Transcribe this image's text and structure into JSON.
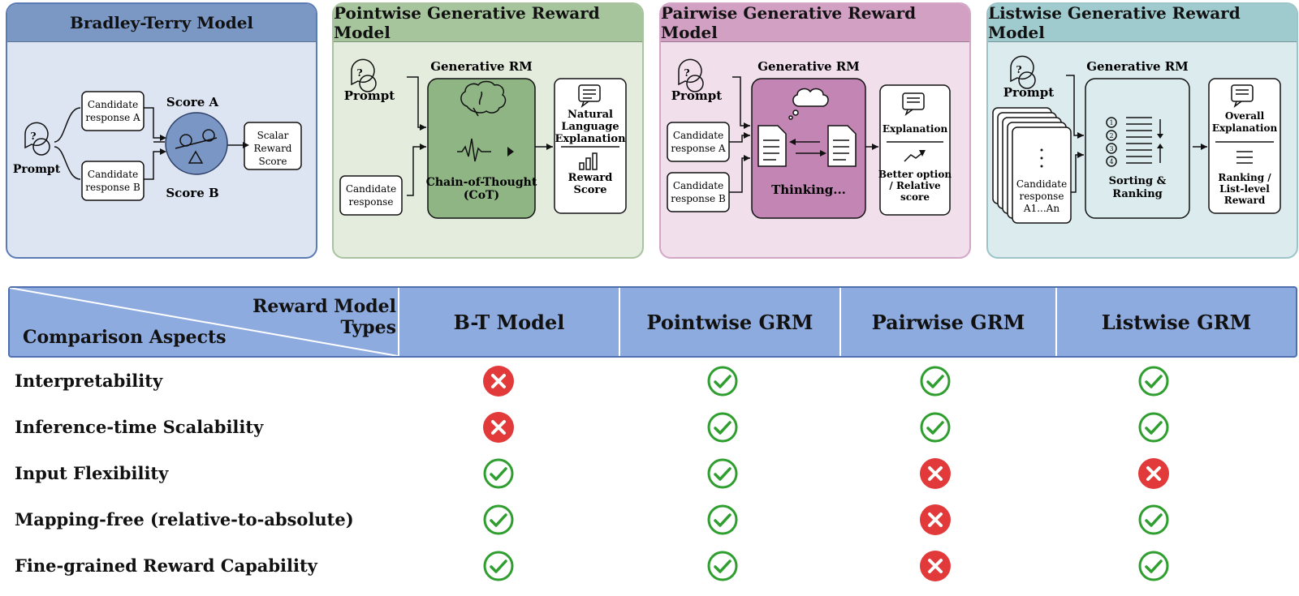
{
  "panels": {
    "bt": {
      "title": "Bradley-Terry Model",
      "prompt": "Prompt",
      "candA": [
        "Candidate",
        "response A"
      ],
      "candB": [
        "Candidate",
        "response B"
      ],
      "scoreA": "Score A",
      "scoreB": "Score B",
      "output": [
        "Scalar",
        "Reward",
        "Score"
      ]
    },
    "pw": {
      "title": "Pointwise Generative Reward Model",
      "prompt": "Prompt",
      "rm": "Generative RM",
      "cand": [
        "Candidate",
        "response"
      ],
      "cot": [
        "Chain-of-Thought",
        "(CoT)"
      ],
      "out1": [
        "Natural",
        "Language",
        "Explanation"
      ],
      "out2": [
        "Reward",
        "Score"
      ]
    },
    "pr": {
      "title": "Pairwise Generative Reward Model",
      "prompt": "Prompt",
      "rm": "Generative RM",
      "candA": [
        "Candidate",
        "response A"
      ],
      "candB": [
        "Candidate",
        "response B"
      ],
      "thinking": "Thinking...",
      "out1": "Explanation",
      "out2": [
        "Better option",
        "/ Relative",
        "score"
      ]
    },
    "lw": {
      "title": "Listwise Generative Reward Model",
      "prompt": "Prompt",
      "rm": "Generative RM",
      "cand": [
        "Candidate",
        "response",
        "A1...An"
      ],
      "sort": [
        "Sorting &",
        "Ranking"
      ],
      "out1": [
        "Overall",
        "Explanation"
      ],
      "out2": [
        "Ranking /",
        "List-level",
        "Reward"
      ]
    }
  },
  "table": {
    "corner_top": "Reward Model Types",
    "corner_bottom": "Comparison Aspects",
    "columns": [
      "B-T Model",
      "Pointwise GRM",
      "Pairwise GRM",
      "Listwise GRM"
    ],
    "rows": [
      {
        "label": "Interpretability",
        "values": [
          false,
          true,
          true,
          true
        ]
      },
      {
        "label": "Inference-time Scalability",
        "values": [
          false,
          true,
          true,
          true
        ]
      },
      {
        "label": "Input Flexibility",
        "values": [
          true,
          true,
          false,
          false
        ]
      },
      {
        "label": "Mapping-free (relative-to-absolute)",
        "values": [
          true,
          true,
          false,
          true
        ]
      },
      {
        "label": "Fine-grained Reward Capability",
        "values": [
          true,
          true,
          false,
          true
        ]
      }
    ]
  },
  "colors": {
    "check": "#2e9e2e",
    "cross": "#e23a3a"
  },
  "icons": {
    "check": "check-circle-icon",
    "cross": "cross-circle-icon"
  }
}
